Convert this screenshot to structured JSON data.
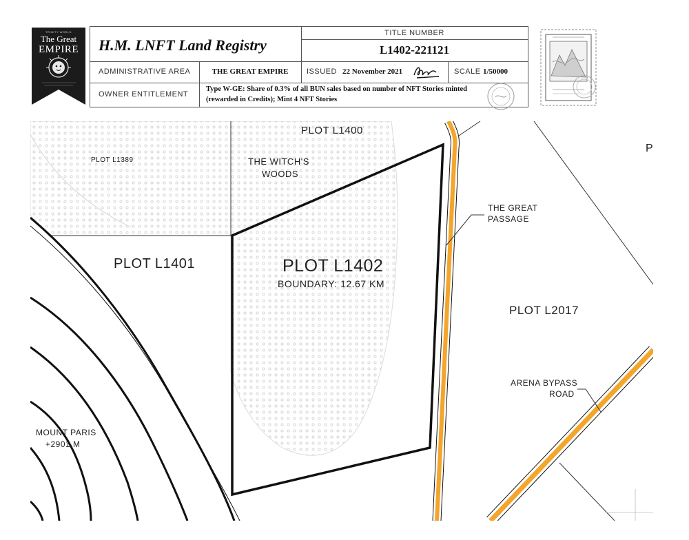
{
  "banner": {
    "small_text": "TRINITY WORLD",
    "line1": "The Great",
    "line2": "EMPIRE"
  },
  "header": {
    "registry_title": "H.M. LNFT Land Registry",
    "title_number_label": "TITLE NUMBER",
    "title_number": "L1402-221121",
    "admin_area_label": "ADMINISTRATIVE AREA",
    "admin_area_value": "THE GREAT EMPIRE",
    "issued_label": "ISSUED",
    "issued_value": "22 November 2021",
    "scale_label": "SCALE",
    "scale_value": "1/50000",
    "owner_label": "OWNER ENTITLEMENT",
    "owner_value_line1": "Type W-GE: Share of 0.3% of all BUN sales based on number of NFT Stories minted",
    "owner_value_line2": "(rewarded in Credits); Mint 4 NFT Stories"
  },
  "map": {
    "plot_l1400": "PLOT L1400",
    "plot_l1389": "PLOT L1389",
    "witch_woods_1": "THE WITCH'S",
    "witch_woods_2": "WOODS",
    "plot_l1401": "PLOT L1401",
    "plot_l1402": "PLOT L1402",
    "boundary": "BOUNDARY: 12.67 KM",
    "great_passage_1": "THE GREAT",
    "great_passage_2": "PASSAGE",
    "plot_l2017": "PLOT L2017",
    "arena_1": "ARENA BYPASS",
    "arena_2": "ROAD",
    "mount_paris_1": "MOUNT PARIS",
    "mount_paris_2": "+2901 M",
    "edge_letter": "P"
  },
  "colors": {
    "road_orange": "#f3a52c",
    "banner_dark": "#1b1b1b",
    "woods_dot": "#cfcfcf",
    "boundary": "#111111"
  }
}
